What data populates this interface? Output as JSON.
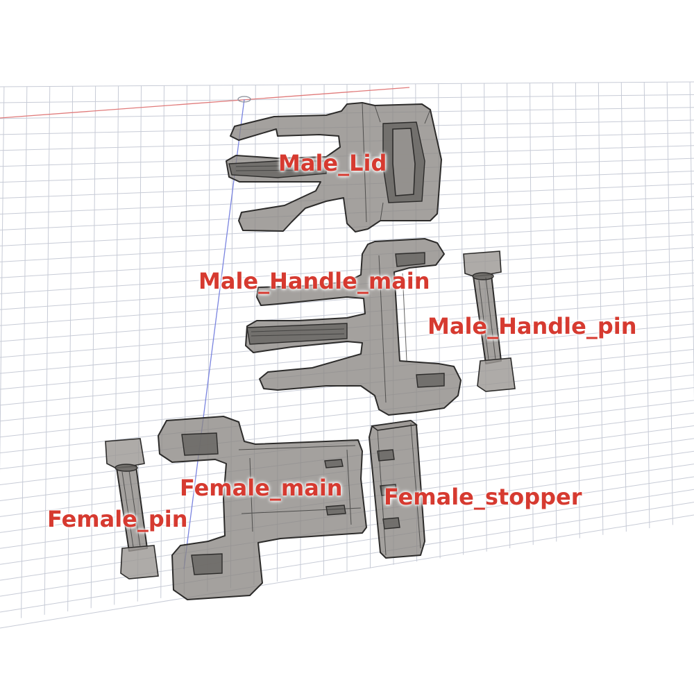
{
  "colors": {
    "label_text": "#d63a30",
    "part_fill": "#8a8783",
    "part_edge": "#2c2b2a",
    "grid_line": "#c7cbd6",
    "x_axis": "#e07a7a",
    "y_axis": "#7a84e0",
    "background": "#ffffff"
  },
  "labels": {
    "male_lid": "Male_Lid",
    "male_handle_main": "Male_Handle_main",
    "male_handle_pin": "Male_Handle_pin",
    "female_main": "Female_main",
    "female_stopper": "Female_stopper",
    "female_pin": "Female_pin"
  },
  "icons": {
    "origin": "origin-icon"
  }
}
